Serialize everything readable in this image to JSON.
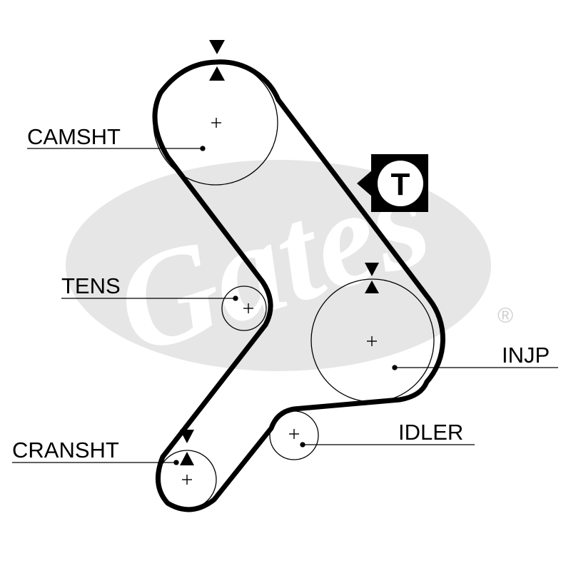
{
  "labels": {
    "camshaft": "CAMSHT",
    "tensioner": "TENS",
    "crankshaft": "CRANSHT",
    "injection_pump": "INJP",
    "idler": "IDLER"
  },
  "tension_badge": "T",
  "watermark": {
    "brand": "Gates",
    "mark": "®"
  },
  "colors": {
    "belt": "#000000",
    "watermark": "#e6e6e6",
    "pulley": "#000000"
  }
}
